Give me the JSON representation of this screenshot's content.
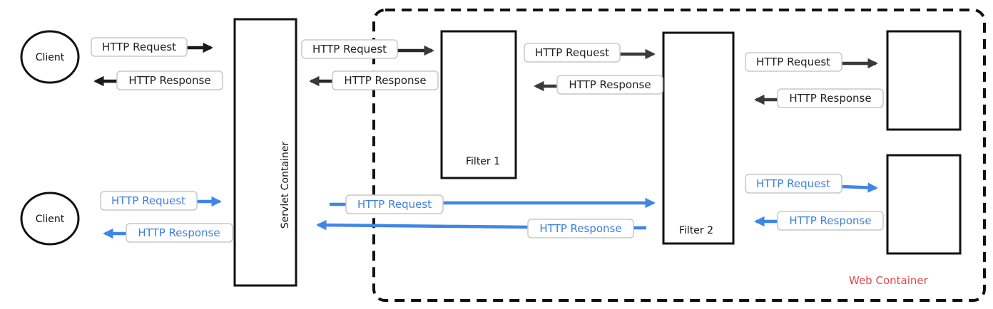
{
  "colors": {
    "black_arrow": "#1a1a1a",
    "dark_arrow": "#3a3a3a",
    "blue_arrow": "#3f86e6",
    "blue_text": "#3c7fe0",
    "web_container_text": "#e04a4a"
  },
  "nodes": {
    "client_top": "Client",
    "client_bottom": "Client",
    "servlet_container": "Servlet Container",
    "filter1": "Filter 1",
    "filter2": "Filter 2",
    "web_container": "Web Container"
  },
  "labels": {
    "req": "HTTP Request",
    "resp": "HTTP Response"
  }
}
